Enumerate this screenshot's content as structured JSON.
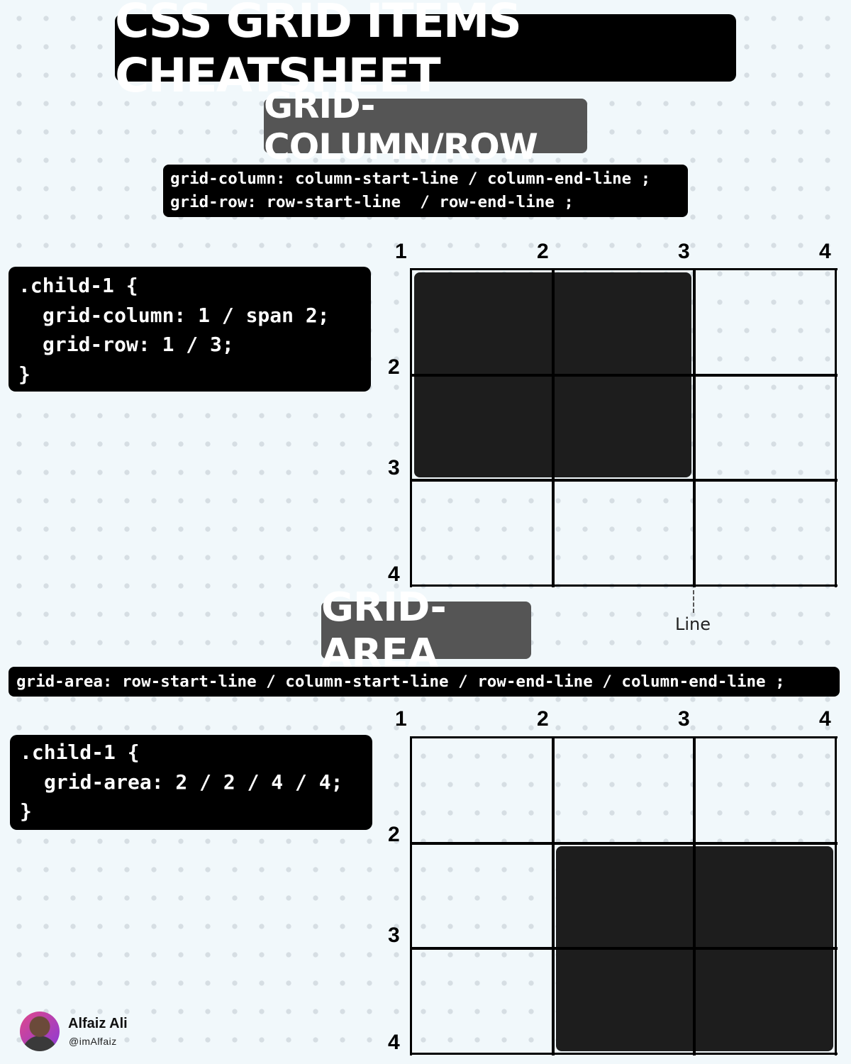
{
  "title": "CSS GRID ITEMS CHEATSHEET",
  "section1": {
    "heading": "GRID-COLUMN/ROW",
    "syntax_line1": "grid-column: column-start-line / column-end-line ;",
    "syntax_line2": "grid-row: row-start-line  / row-end-line ;",
    "code_selector": ".child-1 {",
    "code_line1": "grid-column: 1 / span 2;",
    "code_line2": "grid-row: 1 / 3;",
    "code_close": "}",
    "column_numbers": [
      "1",
      "2",
      "3",
      "4"
    ],
    "row_numbers": [
      "2",
      "3",
      "4"
    ],
    "item": {
      "column_start": 1,
      "column_end": 3,
      "row_start": 1,
      "row_end": 3
    },
    "line_label": "Line"
  },
  "section2": {
    "heading": "GRID-AREA",
    "syntax_line": "grid-area: row-start-line / column-start-line / row-end-line / column-end-line ;",
    "code_selector": ".child-1 {",
    "code_line1": "grid-area: 2 / 2 / 4 / 4;",
    "code_close": "}",
    "column_numbers": [
      "1",
      "2",
      "3",
      "4"
    ],
    "row_numbers": [
      "2",
      "3",
      "4"
    ],
    "item": {
      "column_start": 2,
      "column_end": 4,
      "row_start": 2,
      "row_end": 4
    }
  },
  "author": {
    "name": "Alfaiz Ali",
    "handle": "@imAlfaiz"
  },
  "colors": {
    "background": "#f1f8fb",
    "dark": "#000000",
    "filled_cell": "#1d1d1d",
    "subheading_bg": "#555555"
  }
}
